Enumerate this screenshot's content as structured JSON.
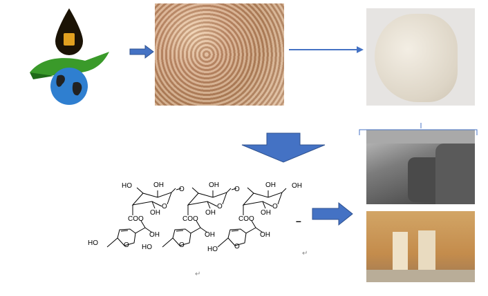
{
  "title": "Gum raw material to modified polysaccharide products",
  "images": {
    "source": "oil-drop-hand-globe-logo",
    "raw_gum": "gum-granules-photo",
    "powder": "gum-powder-photo",
    "product_car": "car-interior-photo",
    "product_house": "wooden-panel-house-photo"
  },
  "colors": {
    "arrow": "#4472c4",
    "arrow_border": "#2f528f"
  },
  "structure": {
    "top_labels": [
      "HO",
      "OH",
      "O",
      "OH",
      "O",
      "OH",
      "OH"
    ],
    "ring_oxygens": [
      "O",
      "O",
      "O"
    ],
    "ring_oh": [
      "OH",
      "OH",
      "OH"
    ],
    "ester_labels": [
      "COO",
      "COO",
      "COO"
    ],
    "side_oh": [
      "OH",
      "OH",
      "OH"
    ],
    "furan_oxygens": [
      "O",
      "O",
      "O"
    ],
    "terminal_labels": [
      "HO",
      "HO",
      "HO"
    ],
    "dash": "–",
    "return_marks": [
      "↵",
      "↵"
    ]
  }
}
